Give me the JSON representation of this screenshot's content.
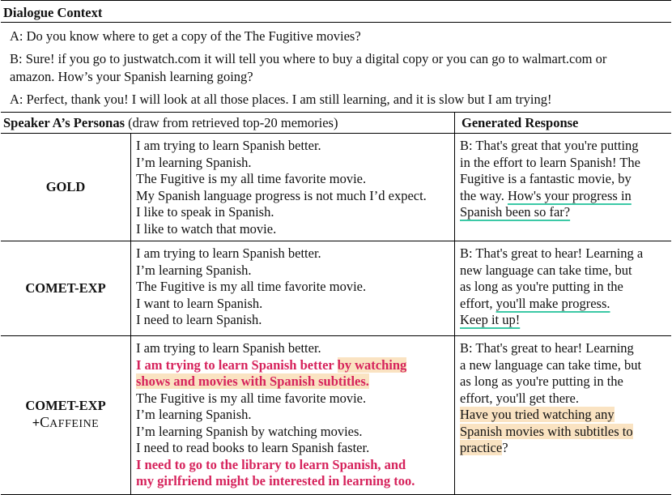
{
  "context": {
    "title": "Dialogue Context",
    "lines": [
      "A: Do you know where to get a copy of the The Fugitive movies?",
      "B: Sure! if you go to justwatch.com it will tell you where to buy a digital copy or you can go to walmart.com or",
      "amazon. How’s your Spanish learning going?",
      "A: Perfect, thank you! I will look at all those places. I am still learning, and it is slow but I am trying!"
    ]
  },
  "header": {
    "personas_bold": "Speaker A’s Personas",
    "personas_note": " (draw from retrieved top-20 memories)",
    "response": "Generated Response"
  },
  "rows": [
    {
      "label": "GOLD",
      "personas": [
        "I am trying to learn Spanish better.",
        "I’m learning Spanish.",
        "The Fugitive is my all time favorite movie.",
        "My Spanish language progress is not much I’d expect.",
        "I like to speak in Spanish.",
        "I like to watch that movie."
      ],
      "response": {
        "lines": [
          "B: That's great that you're putting",
          "in the effort to learn Spanish! The",
          "Fugitive is a fantastic movie, by",
          "the way. "
        ],
        "ul1": "How's your progress in",
        "ul2": "Spanish been so far?"
      }
    },
    {
      "label": "COMET-EXP",
      "personas": [
        "I am trying to learn Spanish better.",
        "I’m learning Spanish.",
        "The Fugitive is my all time favorite movie.",
        "I want to learn Spanish.",
        "I need to learn Spanish."
      ],
      "response": {
        "lines": [
          "B: That's great to hear! Learning a",
          "new language can take time, but",
          "as long as you're putting in the",
          "effort, "
        ],
        "ul1": "you'll make progress.",
        "ul2": "Keep it up!"
      }
    },
    {
      "label_line1": "COMET-EXP",
      "label_plus": "+",
      "label_c": "C",
      "label_rest": "AFFEINE",
      "personas": {
        "p1": "I am trying to learn Spanish better.",
        "red1a": "I am trying to learn Spanish better ",
        "red1b": "by watching",
        "red2": "shows and movies with Spanish subtitles.",
        "p3": "The Fugitive is my all time favorite movie.",
        "p4": "I’m learning Spanish.",
        "p5": "I’m learning Spanish by watching movies.",
        "p6": "I need to read books to learn Spanish faster.",
        "red3": "I need to go to the library to learn Spanish, and",
        "red4": "my girlfriend might be interested in learning too."
      },
      "response": {
        "lines": [
          "B: That's great to hear!  Learning",
          "a new language can take time, but",
          "as long as you're putting in the",
          "effort,  you'll get there."
        ],
        "hl1": "Have you tried watching any",
        "hl2": "Spanish movies with subtitles to",
        "hl3": "practice",
        "tail": "?"
      }
    }
  ],
  "colors": {
    "highlight": "#fae3c2",
    "red_text": "#d6235c",
    "underline": "#3cc9a6"
  }
}
